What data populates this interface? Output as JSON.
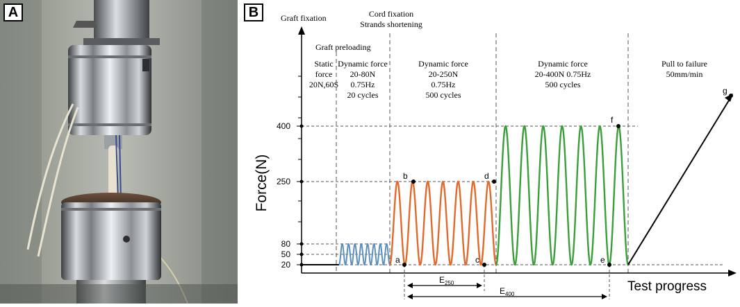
{
  "panels": {
    "a_label": "A",
    "b_label": "B"
  },
  "diagram": {
    "y_axis_label": "Force(N)",
    "x_axis_label": "Test progress",
    "y_ticks": [
      {
        "value": 20,
        "label": "20"
      },
      {
        "value": 50,
        "label": "50"
      },
      {
        "value": 80,
        "label": "80"
      },
      {
        "value": 250,
        "label": "250"
      },
      {
        "value": 400,
        "label": "400"
      }
    ],
    "top_labels": {
      "graft_fixation": "Graft fixation",
      "cord_fixation": "Cord fixation",
      "strands_shortening": "Strands shortening",
      "graft_preloading": "Graft preloading"
    },
    "phases": [
      {
        "lines": [
          "Static",
          "force",
          "20N,60S"
        ]
      },
      {
        "lines": [
          "Dynamic force",
          "20-80N",
          "0.75Hz",
          "20 cycles"
        ]
      },
      {
        "lines": [
          "Dynamic force",
          "20-250N",
          "0.75Hz",
          "500 cycles"
        ]
      },
      {
        "lines": [
          "Dynamic force",
          "20-400N 0.75Hz",
          "500 cycles"
        ]
      },
      {
        "lines": [
          "Pull to failure",
          "50mm/min"
        ]
      }
    ],
    "points": {
      "a": "a",
      "b": "b",
      "c": "c",
      "d": "d",
      "e": "e",
      "f": "f",
      "g": "g"
    },
    "measures": {
      "e250_main": "E",
      "e250_sub": "250",
      "e400_main": "E",
      "e400_sub": "400"
    },
    "colors": {
      "phase80": "#5b8fbd",
      "phase250": "#e2692a",
      "phase400": "#3a9e3a",
      "axis": "#000000"
    }
  }
}
